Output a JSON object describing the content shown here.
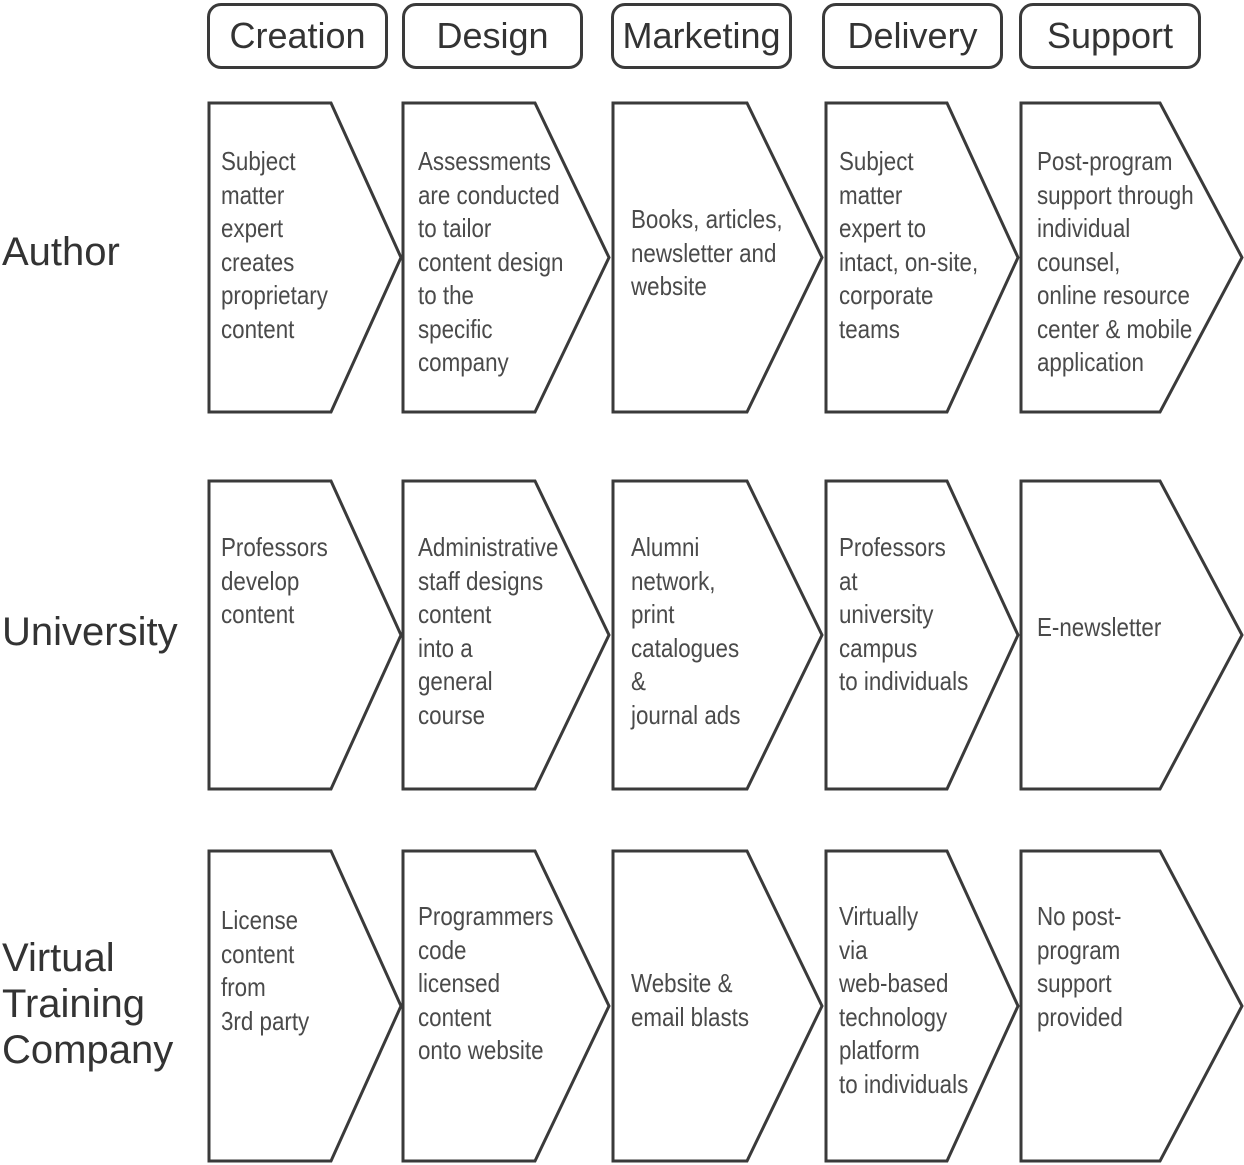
{
  "columns": [
    "Creation",
    "Design",
    "Marketing",
    "Delivery",
    "Support"
  ],
  "rows": [
    {
      "label": [
        "Author"
      ],
      "cells": [
        [
          "Subject",
          "matter",
          "expert",
          "creates",
          "proprietary",
          "content"
        ],
        [
          "Assessments",
          "are conducted",
          "to tailor",
          "content design",
          "to the",
          "specific",
          "company"
        ],
        [
          "Books, articles,",
          "newsletter and",
          "website"
        ],
        [
          "Subject",
          "matter",
          "expert to",
          "intact, on-site,",
          "corporate",
          "teams"
        ],
        [
          "Post-program",
          "support through",
          "individual",
          "counsel,",
          "online resource",
          "center & mobile",
          "application"
        ]
      ]
    },
    {
      "label": [
        "University"
      ],
      "cells": [
        [
          "Professors",
          "develop",
          "content"
        ],
        [
          "Administrative",
          "staff designs",
          "content",
          "into a",
          "general",
          "course"
        ],
        [
          "Alumni",
          "network,",
          "print",
          "catalogues",
          "&",
          "journal ads"
        ],
        [
          "Professors",
          "at",
          "university",
          "campus",
          "to individuals"
        ],
        [
          "E-newsletter"
        ]
      ]
    },
    {
      "label": [
        "Virtual",
        "Training",
        "Company"
      ],
      "cells": [
        [
          "License",
          "content",
          "from",
          "3rd party"
        ],
        [
          "Programmers",
          "code",
          "licensed",
          "content",
          "onto website"
        ],
        [
          "Website &",
          "email blasts"
        ],
        [
          "Virtually",
          "via",
          "web-based",
          "technology",
          "platform",
          "to individuals"
        ],
        [
          "No post-",
          "program",
          "support",
          "provided"
        ]
      ]
    }
  ],
  "colors": {
    "stroke": "#3a3a3a",
    "text": "#4a4a4a",
    "background": "#ffffff"
  }
}
